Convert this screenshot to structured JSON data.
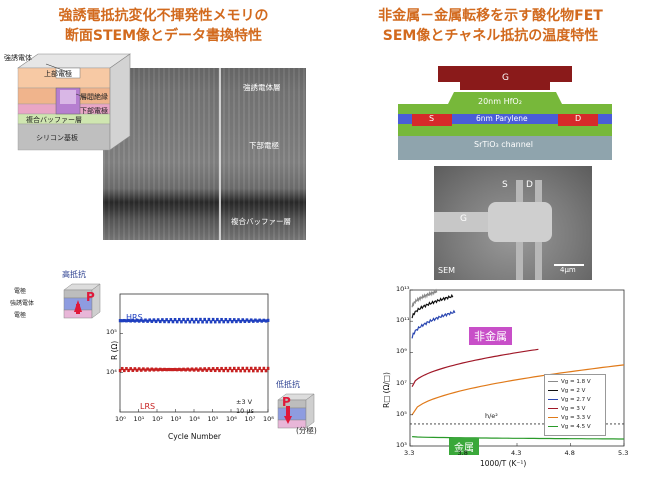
{
  "left_title": {
    "line1": "強誘電抵抗変化不揮発性メモリの",
    "line2": "断面STEM像とデータ書換特性"
  },
  "right_title": {
    "line1": "非金属－金属転移を示す酸化物FET",
    "line2": "SEM像とチャネル抵抗の温度特性"
  },
  "stack_diagram": {
    "ferro_electrode": "強誘電体",
    "top_electrode": "上部電極",
    "interlayer": "層間絶縁",
    "bottom_electrode": "下部電極",
    "buffer": "複合バッファー層",
    "substrate": "シリコン基板"
  },
  "stem_image": {
    "ferro_layer": "強誘電体層",
    "bottom_electrode": "下部電極",
    "buffer": "複合バッファー層"
  },
  "memory_chart": {
    "high_resistance": "高抵抗",
    "low_resistance": "低抵抗",
    "polarization_up": "P",
    "polarization_down": "P",
    "electrode": "電極",
    "ferroelectric": "強誘電体",
    "electrode2": "電極",
    "polarization_state": "(分極)",
    "conditions_v": "±3 V",
    "conditions_t": "10 μs"
  },
  "fet_diagram": {
    "gate": "G",
    "oxide": "20nm HfO₂",
    "parylene": "6nm Parylene",
    "source": "S",
    "drain": "D",
    "channel": "SrTiO₃ channel"
  },
  "sem_image": {
    "source": "S",
    "drain": "D",
    "gate": "G",
    "sem": "SEM",
    "scale": "4μm"
  },
  "chart_data": [
    {
      "type": "scatter",
      "ylabel": "R (Ω)",
      "xlabel": "Cycle Number",
      "x_scale": "log",
      "y_scale": "log",
      "xlim": [
        1,
        100000000
      ],
      "ylim": [
        1000,
        1000000
      ],
      "x_ticks": [
        "10⁰",
        "10¹",
        "10²",
        "10³",
        "10⁴",
        "10⁵",
        "10⁶",
        "10⁷",
        "10⁸"
      ],
      "y_ticks": [
        "10⁵",
        "10⁴"
      ],
      "series": [
        {
          "name": "HRS",
          "color": "#1f3fbf",
          "x_range": [
            1,
            100000000
          ],
          "y_approx": 210000
        },
        {
          "name": "LRS",
          "color": "#c62020",
          "x_range": [
            1,
            100000000
          ],
          "y_approx": 12000
        }
      ]
    },
    {
      "type": "line",
      "ylabel": "R□ (Ω/□)",
      "xlabel": "1000/T (K⁻¹)",
      "y_scale": "log",
      "xlim": [
        3.3,
        5.3
      ],
      "ylim": [
        1000,
        10000000000000
      ],
      "x_ticks": [
        "3.3",
        "3.8",
        "4.3",
        "4.8",
        "5.3"
      ],
      "y_ticks": [
        "10³",
        "10⁵",
        "10⁷",
        "10⁹",
        "10¹¹",
        "10¹³"
      ],
      "annotations": [
        "非金属",
        "金属",
        "h/e²"
      ],
      "legend_position": "bottom-right",
      "series": [
        {
          "name": "Vg = 1.8 V",
          "color": "#8a8a8a"
        },
        {
          "name": "Vg = 2 V",
          "color": "#111111"
        },
        {
          "name": "Vg = 2.7 V",
          "color": "#2a46b0"
        },
        {
          "name": "Vg = 3 V",
          "color": "#a01828"
        },
        {
          "name": "Vg = 3.3 V",
          "color": "#e07a1a"
        },
        {
          "name": "Vg = 4.5 V",
          "color": "#2a9a2a"
        }
      ]
    }
  ]
}
